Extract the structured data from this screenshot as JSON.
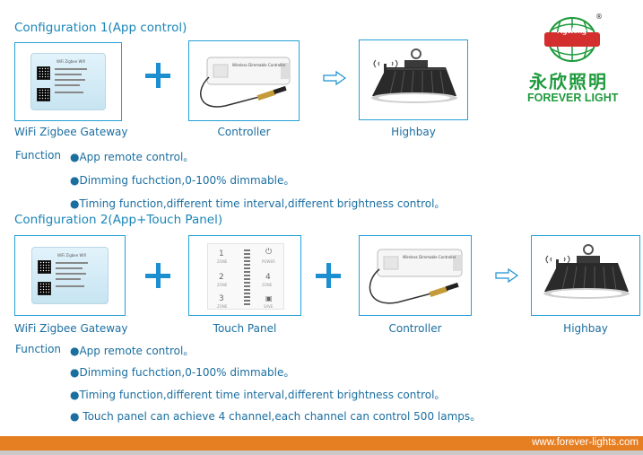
{
  "config1": {
    "heading": "Configuration 1(App control)",
    "captions": {
      "gateway": "WiFi Zigbee Gateway",
      "controller": "Controller",
      "highbay": "Highbay"
    },
    "function_label": "Function",
    "bullets": [
      "●App remote control。",
      "●Dimming fuchction,0-100% dimmable。",
      "●Timing function,different time interval,different brightness control。"
    ]
  },
  "config2": {
    "heading": "Configuration 2(App+Touch Panel)",
    "captions": {
      "gateway": "WiFi Zigbee Gateway",
      "panel": "Touch Panel",
      "controller": "Controller",
      "highbay": "Highbay"
    },
    "function_label": "Function",
    "bullets": [
      "●App remote control。",
      "●Dimming fuchction,0-100% dimmable。",
      "●Timing function,different time interval,different brightness control。",
      "● Touch panel can achieve 4 channel,each channel can control 500 lamps。"
    ]
  },
  "devices": {
    "gateway_label": "WiFi Zigbee Wifi",
    "controller_label": "Wireless Dimmable Controller",
    "panel_numbers": [
      "1",
      "2",
      "3",
      "4"
    ],
    "panel_zone": "ZONE",
    "panel_power": "POWER",
    "panel_save": "SAVE"
  },
  "brand": {
    "badge": "Agelong",
    "registered": "®",
    "name_cn": "永欣照明",
    "name_en": "FOREVER LIGHT"
  },
  "footer": {
    "url": "www.forever-lights.com"
  },
  "colors": {
    "accent_blue": "#1a86b8",
    "box_border": "#25a0d6",
    "brand_green": "#1e9a3c",
    "footer_orange": "#e67e22"
  }
}
